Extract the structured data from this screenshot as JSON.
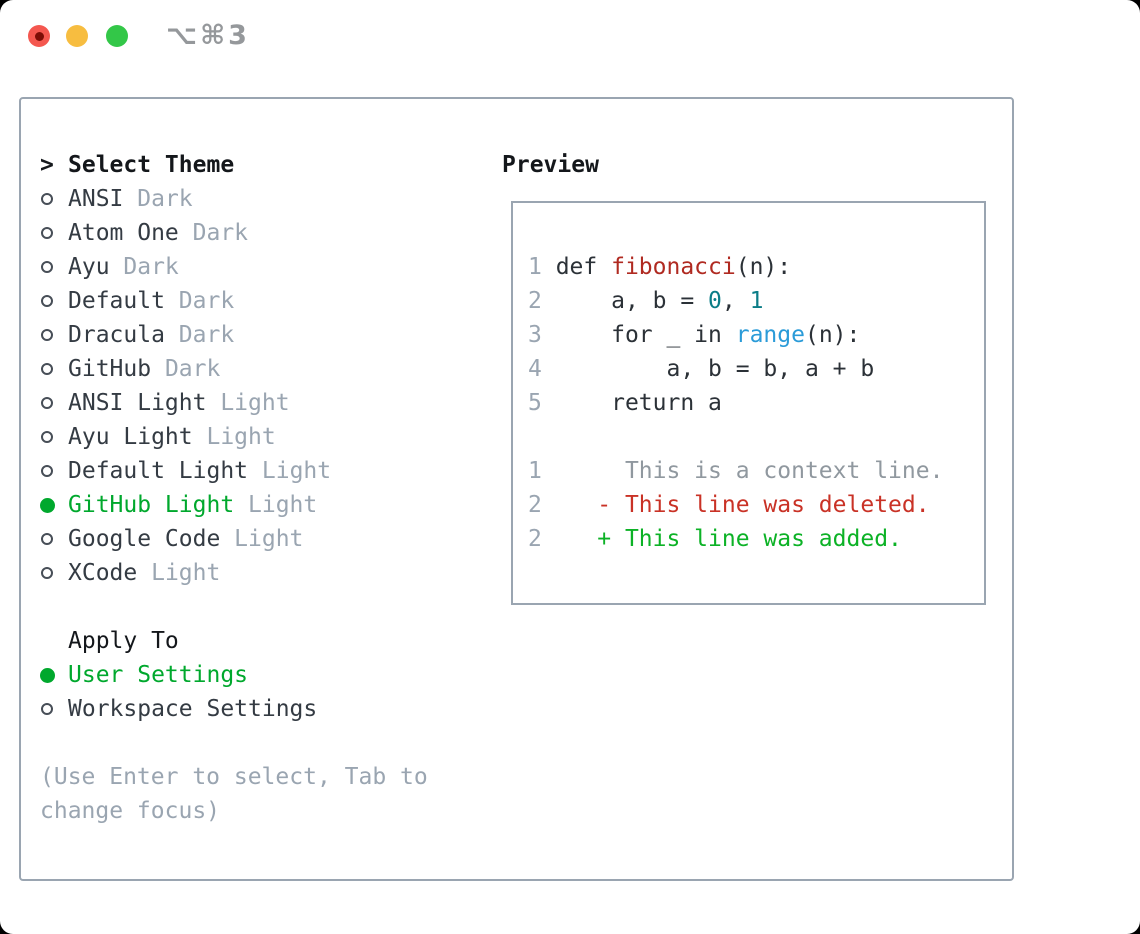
{
  "titlebar": {
    "shortcut": "⌥⌘3",
    "controls": [
      "close",
      "minimize",
      "zoom"
    ]
  },
  "theme_picker": {
    "header": "Select Theme",
    "items": [
      {
        "name": "ANSI",
        "variant": "Dark",
        "selected": false
      },
      {
        "name": "Atom One",
        "variant": "Dark",
        "selected": false
      },
      {
        "name": "Ayu",
        "variant": "Dark",
        "selected": false
      },
      {
        "name": "Default",
        "variant": "Dark",
        "selected": false
      },
      {
        "name": "Dracula",
        "variant": "Dark",
        "selected": false
      },
      {
        "name": "GitHub",
        "variant": "Dark",
        "selected": false
      },
      {
        "name": "ANSI Light",
        "variant": "Light",
        "selected": false
      },
      {
        "name": "Ayu Light",
        "variant": "Light",
        "selected": false
      },
      {
        "name": "Default Light",
        "variant": "Light",
        "selected": false
      },
      {
        "name": "GitHub Light",
        "variant": "Light",
        "selected": true
      },
      {
        "name": "Google Code",
        "variant": "Light",
        "selected": false
      },
      {
        "name": "XCode",
        "variant": "Light",
        "selected": false
      }
    ]
  },
  "apply_to": {
    "header": "Apply To",
    "options": [
      {
        "name": "User Settings",
        "selected": true
      },
      {
        "name": "Workspace Settings",
        "selected": false
      }
    ]
  },
  "help_lines": [
    "(Use Enter to select, Tab to",
    "change focus)"
  ],
  "preview": {
    "heading": "Preview",
    "code_lines": [
      {
        "segments": [
          {
            "t": "1 ",
            "c": "num"
          },
          {
            "t": "def ",
            "c": "code"
          },
          {
            "t": "fibonacci",
            "c": "fn"
          },
          {
            "t": "(n):",
            "c": "code"
          }
        ]
      },
      {
        "segments": [
          {
            "t": "2 ",
            "c": "num"
          },
          {
            "t": "    a, b = ",
            "c": "code"
          },
          {
            "t": "0",
            "c": "const"
          },
          {
            "t": ", ",
            "c": "code"
          },
          {
            "t": "1",
            "c": "const"
          }
        ]
      },
      {
        "segments": [
          {
            "t": "3 ",
            "c": "num"
          },
          {
            "t": "    for _ in ",
            "c": "code"
          },
          {
            "t": "range",
            "c": "builtin"
          },
          {
            "t": "(n):",
            "c": "code"
          }
        ]
      },
      {
        "segments": [
          {
            "t": "4 ",
            "c": "num"
          },
          {
            "t": "        a, b = b, a + b",
            "c": "code"
          }
        ]
      },
      {
        "segments": [
          {
            "t": "5 ",
            "c": "num"
          },
          {
            "t": "    return a",
            "c": "code"
          }
        ]
      },
      {
        "segments": []
      },
      {
        "segments": [
          {
            "t": "1 ",
            "c": "num"
          },
          {
            "t": "     This is a context line.",
            "c": "ctx"
          }
        ]
      },
      {
        "segments": [
          {
            "t": "2 ",
            "c": "num"
          },
          {
            "t": "   ",
            "c": "code"
          },
          {
            "t": "- This line was deleted.",
            "c": "del"
          }
        ]
      },
      {
        "segments": [
          {
            "t": "2 ",
            "c": "num"
          },
          {
            "t": "   ",
            "c": "code"
          },
          {
            "t": "+ This line was added.",
            "c": "add"
          }
        ]
      }
    ]
  },
  "colors": {
    "accent_green": "#00a82d",
    "deleted_red": "#c93226",
    "added_green": "#0cb226",
    "function_red": "#b02a21",
    "number_teal": "#0b7d87",
    "builtin_blue": "#2a9bd8",
    "dim_gray": "#9aa5b1",
    "panel_border": "#9aa5b1",
    "traffic_red": "#f4574f",
    "traffic_yellow": "#f7bd40",
    "traffic_green": "#33c748"
  }
}
